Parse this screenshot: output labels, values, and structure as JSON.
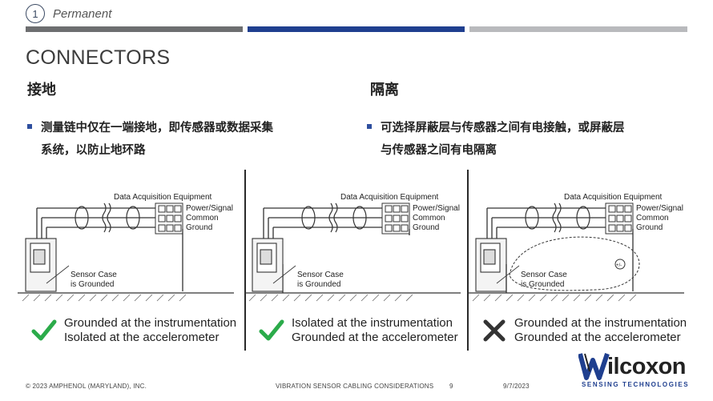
{
  "header": {
    "number": "1",
    "label": "Permanent"
  },
  "title": "CONNECTORS",
  "left": {
    "heading": "接地",
    "bullet_line1": "测量链中仅在一端接地，即传感器或数据采集",
    "bullet_line2": "系统，以防止地环路"
  },
  "right": {
    "heading": "隔离",
    "bullet_line1": "可选择屏蔽层与传感器之间有电接触，或屏蔽层",
    "bullet_line2": "与传感器之间有电隔离"
  },
  "diagram_labels": {
    "daq": "Data Acquisition Equipment",
    "power": "Power/Signal",
    "common": "Common",
    "ground": "Ground",
    "case_line1": "Sensor Case",
    "case_line2": "is Grounded",
    "source": "+/-"
  },
  "panels": [
    {
      "status": "check",
      "line1": "Grounded at the instrumentation",
      "line2": "Isolated at the accelerometer"
    },
    {
      "status": "check",
      "line1": "Isolated at the instrumentation",
      "line2": "Grounded at the accelerometer"
    },
    {
      "status": "cross",
      "line1": "Grounded at the instrumentation",
      "line2": "Grounded at the accelerometer"
    }
  ],
  "colors": {
    "check": "#2bab4a",
    "cross": "#333333",
    "accent_bar": "#1f3f8f",
    "brand": "#1f3f8f"
  },
  "footer": {
    "copyright": "© 2023 AMPHENOL (MARYLAND), INC.",
    "doc_title": "VIBRATION SENSOR CABLING CONSIDERATIONS",
    "page": "9",
    "date": "9/7/2023"
  },
  "logo": {
    "name": "ilcoxon",
    "tagline": "SENSING TECHNOLOGIES",
    "icon": "wilcoxon-w-logo"
  }
}
